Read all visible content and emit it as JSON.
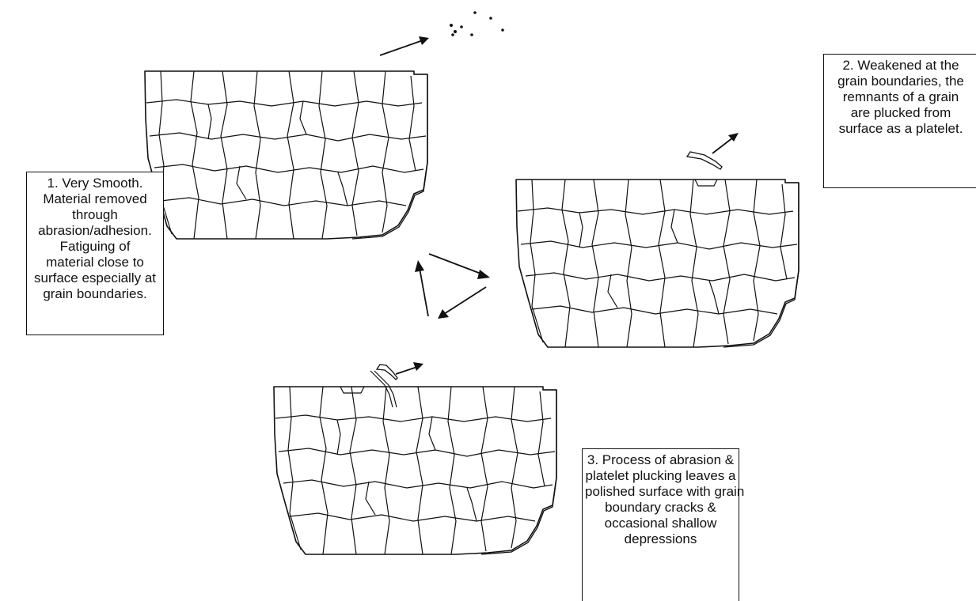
{
  "captions": {
    "step1": [
      "1. Very Smooth.",
      "Material removed",
      "through",
      "abrasion/adhesion.",
      "Fatiguing of",
      "material close to",
      "surface especially at",
      "grain boundaries."
    ],
    "step2": [
      "2. Weakened at the",
      "grain boundaries, the",
      "remnants of a grain",
      "are plucked from",
      "surface as a platelet."
    ],
    "step3": [
      "3. Process of abrasion &",
      "platelet plucking leaves a",
      "polished surface with grain",
      "boundary cracks &",
      "occasional shallow",
      "depressions"
    ]
  }
}
